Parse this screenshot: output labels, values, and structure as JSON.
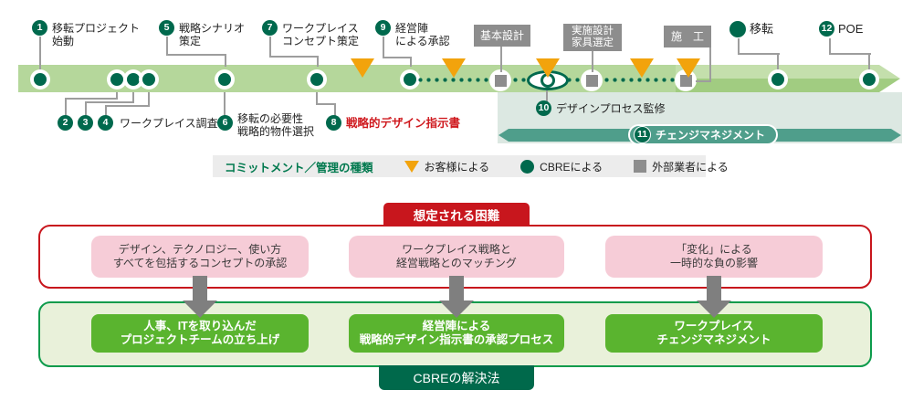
{
  "colors": {
    "band_green": "#b5d79b",
    "dark_green": "#00694d",
    "teal": "#4f9e8b",
    "orange": "#f2a30c",
    "gray": "#8d8d8d",
    "red": "#c8161d",
    "pink": "#f6ccd7",
    "bright_green": "#5ab42f",
    "footer_green": "#00694b"
  },
  "timeline": {
    "top": [
      {
        "num": "1",
        "l1": "移転プロジェクト",
        "l2": "始動"
      },
      {
        "num": "5",
        "l1": "戦略シナリオ",
        "l2": "策定"
      },
      {
        "num": "7",
        "l1": "ワークプレイス",
        "l2": "コンセプト策定"
      },
      {
        "num": "9",
        "l1": "経営陣",
        "l2": "による承認"
      }
    ],
    "nums_234": [
      "2",
      "3",
      "4"
    ],
    "label_234": "ワークプレイス調査",
    "b6": {
      "num": "6",
      "l1": "移転の必要性",
      "l2": "戦略的物件選択"
    },
    "b8": {
      "num": "8",
      "label": "戦略的デザイン指示書"
    },
    "b10": {
      "num": "10",
      "label": "デザインプロセス監修"
    },
    "b11": {
      "num": "11",
      "label": "チェンジマネジメント"
    },
    "b12": {
      "num": "12",
      "label": "POE"
    },
    "relocation": "移転",
    "gray_boxes": [
      {
        "l1": "基本設計",
        "l2": ""
      },
      {
        "l1": "実施設計",
        "l2": "家具選定"
      },
      {
        "l1": "施　工",
        "l2": ""
      }
    ]
  },
  "legend": {
    "title": "コミットメント／管理の種類",
    "items": [
      {
        "marker": "triangle-icon",
        "label": "お客様による"
      },
      {
        "marker": "circle-icon",
        "label": "CBREによる"
      },
      {
        "marker": "square-icon",
        "label": "外部業者による"
      }
    ]
  },
  "bottom": {
    "difficulties_title": "想定される困難",
    "solutions_title": "CBREの解決法",
    "pairs": [
      {
        "difficulty_l1": "デザイン、テクノロジー、使い方",
        "difficulty_l2": "すべてを包括するコンセプトの承認",
        "solution_l1": "人事、ITを取り込んだ",
        "solution_l2": "プロジェクトチームの立ち上げ"
      },
      {
        "difficulty_l1": "ワークプレイス戦略と",
        "difficulty_l2": "経営戦略とのマッチング",
        "solution_l1": "経営陣による",
        "solution_l2": "戦略的デザイン指示書の承認プロセス"
      },
      {
        "difficulty_l1": "「変化」による",
        "difficulty_l2": "一時的な負の影響",
        "solution_l1": "ワークプレイス",
        "solution_l2": "チェンジマネジメント"
      }
    ]
  }
}
